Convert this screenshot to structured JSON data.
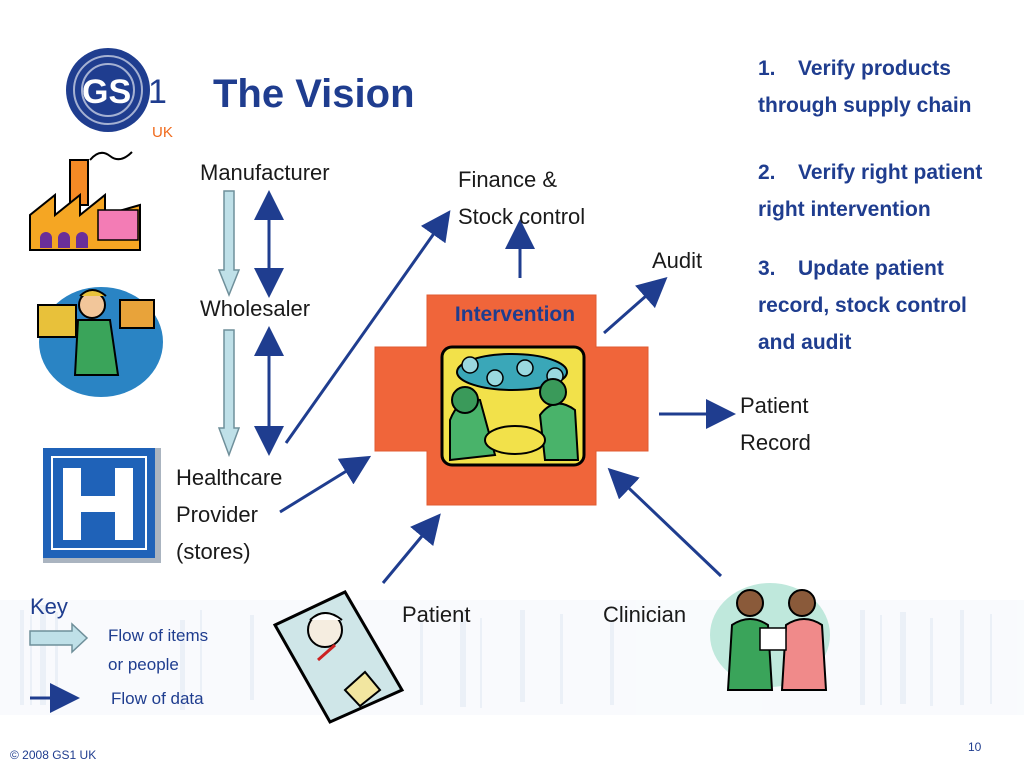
{
  "slide": {
    "title": "The Vision",
    "logo": {
      "text": "GS1",
      "sub": "UK"
    },
    "page_number": "10",
    "footer": "© 2008 GS1 UK"
  },
  "nodes": {
    "manufacturer": "Manufacturer",
    "wholesaler": "Wholesaler",
    "healthcare": [
      "Healthcare",
      "Provider",
      "(stores)"
    ],
    "finance": [
      "Finance &",
      "Stock control"
    ],
    "audit": "Audit",
    "intervention": "Intervention",
    "patient_record": [
      "Patient",
      "Record"
    ],
    "patient": "Patient",
    "clinician": "Clinician"
  },
  "points": [
    {
      "num": "1.",
      "lines": [
        "Verify products",
        "through supply chain"
      ]
    },
    {
      "num": "2.",
      "lines": [
        "Verify right patient",
        "right intervention"
      ]
    },
    {
      "num": "3.",
      "lines": [
        "Update patient",
        "record, stock control",
        "and audit"
      ]
    }
  ],
  "key": {
    "title": "Key",
    "items_label": [
      "Flow of items",
      "or people"
    ],
    "data_label": "Flow of data"
  },
  "colors": {
    "title": "#1f3d8f",
    "arrow_data": "#1f3d8f",
    "arrow_items_fill": "#bfe0e8",
    "cross": "#f0653a",
    "hospital_sign": "#1f62b8"
  },
  "icons": [
    "factory-icon",
    "worker-icon",
    "hospital-icon",
    "surgery-icon",
    "patient-icon",
    "clinicians-icon",
    "gs1-logo"
  ]
}
